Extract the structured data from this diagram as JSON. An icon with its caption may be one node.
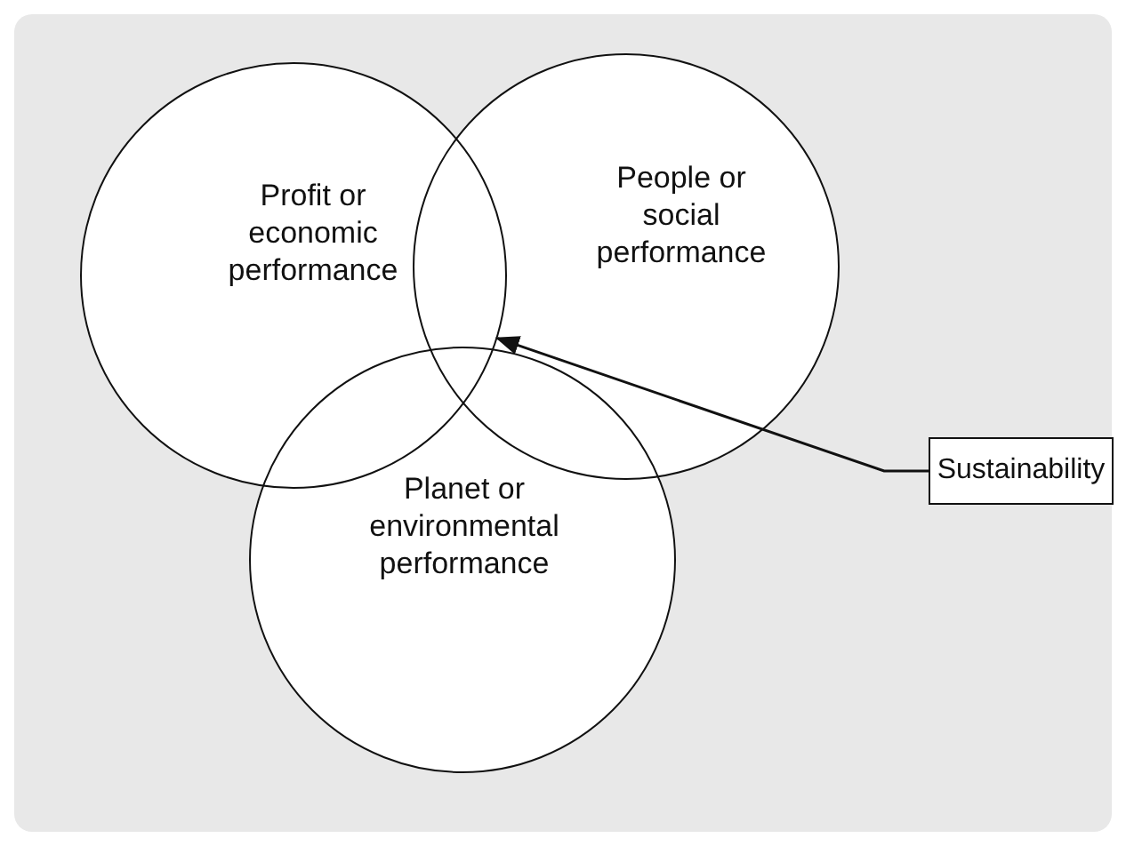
{
  "diagram": {
    "nodes": [
      {
        "text": [
          "Profit or economic performance"
        ]
      },
      {
        "text": [
          "People or social performance"
        ]
      },
      {
        "text": [
          "Planet or environmental performance"
        ]
      },
      {
        "text": [
          "Sustainability"
        ]
      }
    ],
    "edges": [
      {
        "from": 3,
        "to": 0,
        "arrow": "to"
      }
    ]
  }
}
